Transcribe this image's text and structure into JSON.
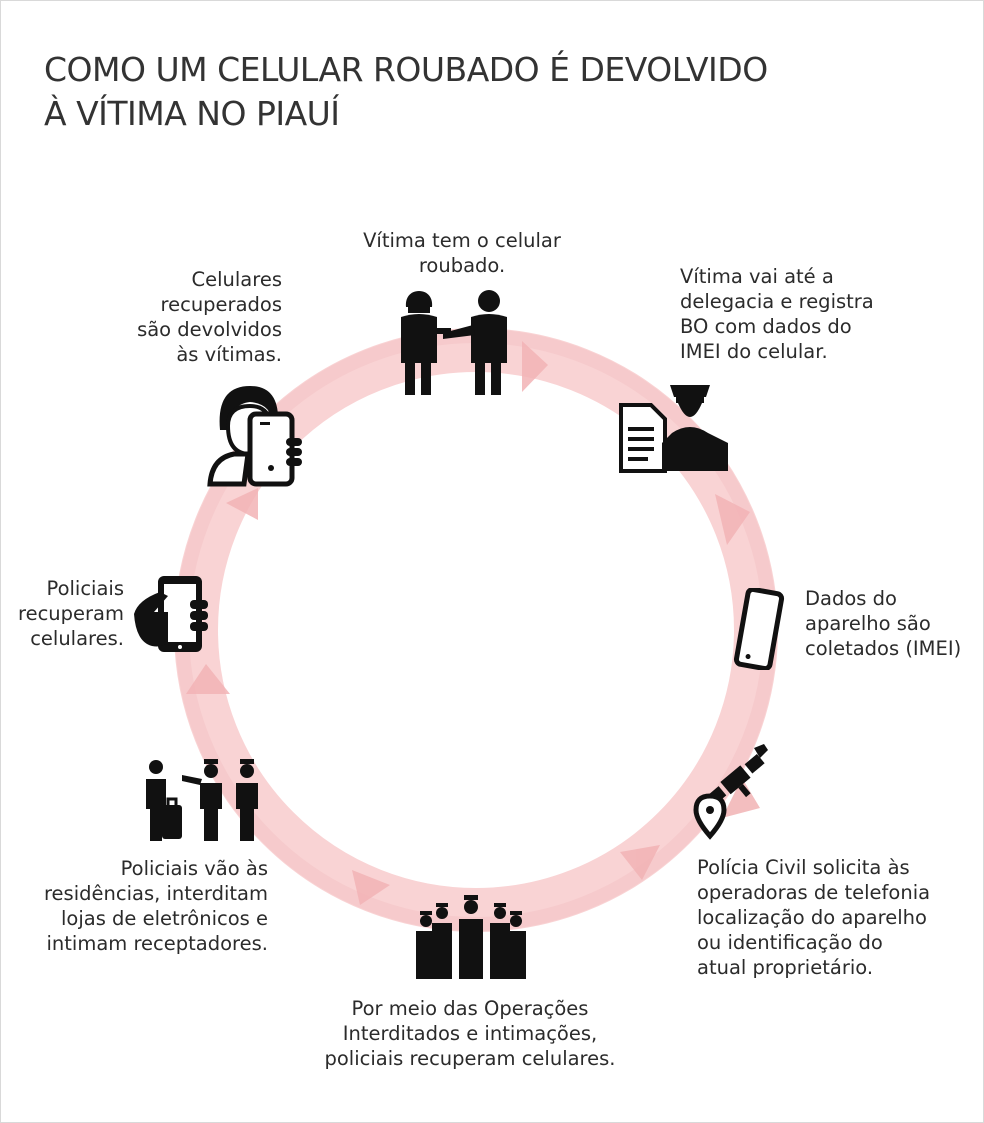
{
  "title": {
    "line1": "COMO UM CELULAR ROUBADO É DEVOLVIDO",
    "line2": "À VÍTIMA NO PIAUÍ"
  },
  "colors": {
    "ring_light": "#f9d6d6",
    "ring_dark": "#f2b9ba",
    "arrow": "#f6c4c5",
    "icon": "#111111",
    "text": "#2b2b2b"
  },
  "steps": [
    {
      "icon": "robbery-icon",
      "lines": [
        "Vítima tem o celular",
        "roubado."
      ]
    },
    {
      "icon": "police-report-icon",
      "lines": [
        "Vítima vai até a",
        "delegacia e registra",
        "BO com dados do",
        "IMEI do celular."
      ]
    },
    {
      "icon": "smartphone-icon",
      "lines": [
        "Dados do",
        "aparelho são",
        "coletados (IMEI)"
      ]
    },
    {
      "icon": "satellite-location-icon",
      "lines": [
        "Polícia Civil solicita às",
        "operadoras de telefonia",
        "localização do aparelho",
        "ou  identificação do",
        "atual proprietário."
      ]
    },
    {
      "icon": "police-group-icon",
      "lines": [
        "Por meio das Operações",
        "Interditados e intimações,",
        "policiais recuperam celulares."
      ]
    },
    {
      "icon": "police-visit-icon",
      "lines": [
        "Policiais vão às",
        "residências, interditam",
        "lojas de eletrônicos e",
        "intimam receptadores."
      ]
    },
    {
      "icon": "hand-phone-icon",
      "lines": [
        "Policiais",
        "recuperam",
        "celulares."
      ]
    },
    {
      "icon": "person-phone-icon",
      "lines": [
        "Celulares",
        "recuperados",
        "são devolvidos",
        "às vítimas."
      ]
    }
  ]
}
